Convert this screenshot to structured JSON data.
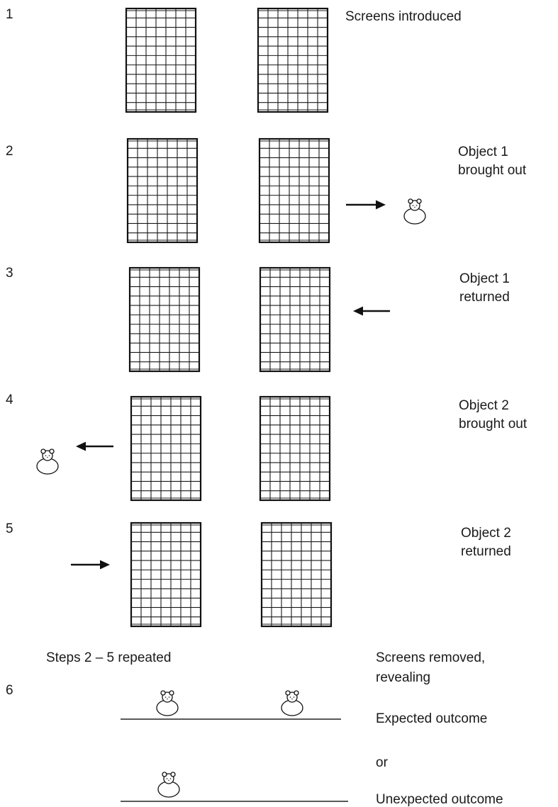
{
  "steps": [
    {
      "number": "1",
      "label_lines": [
        "Screens introduced"
      ]
    },
    {
      "number": "2",
      "label_lines": [
        "Object 1",
        "brought out"
      ]
    },
    {
      "number": "3",
      "label_lines": [
        "Object 1",
        "returned"
      ]
    },
    {
      "number": "4",
      "label_lines": [
        "Object 2",
        "brought out"
      ]
    },
    {
      "number": "5",
      "label_lines": [
        "Object 2",
        "returned"
      ]
    }
  ],
  "repeat_note": "Steps 2 – 5 repeated",
  "final_step": {
    "number": "6",
    "label_lines": [
      "Screens removed,",
      "revealing"
    ],
    "expected_label": "Expected outcome",
    "or_label": "or",
    "unexpected_label": "Unexpected outcome"
  }
}
